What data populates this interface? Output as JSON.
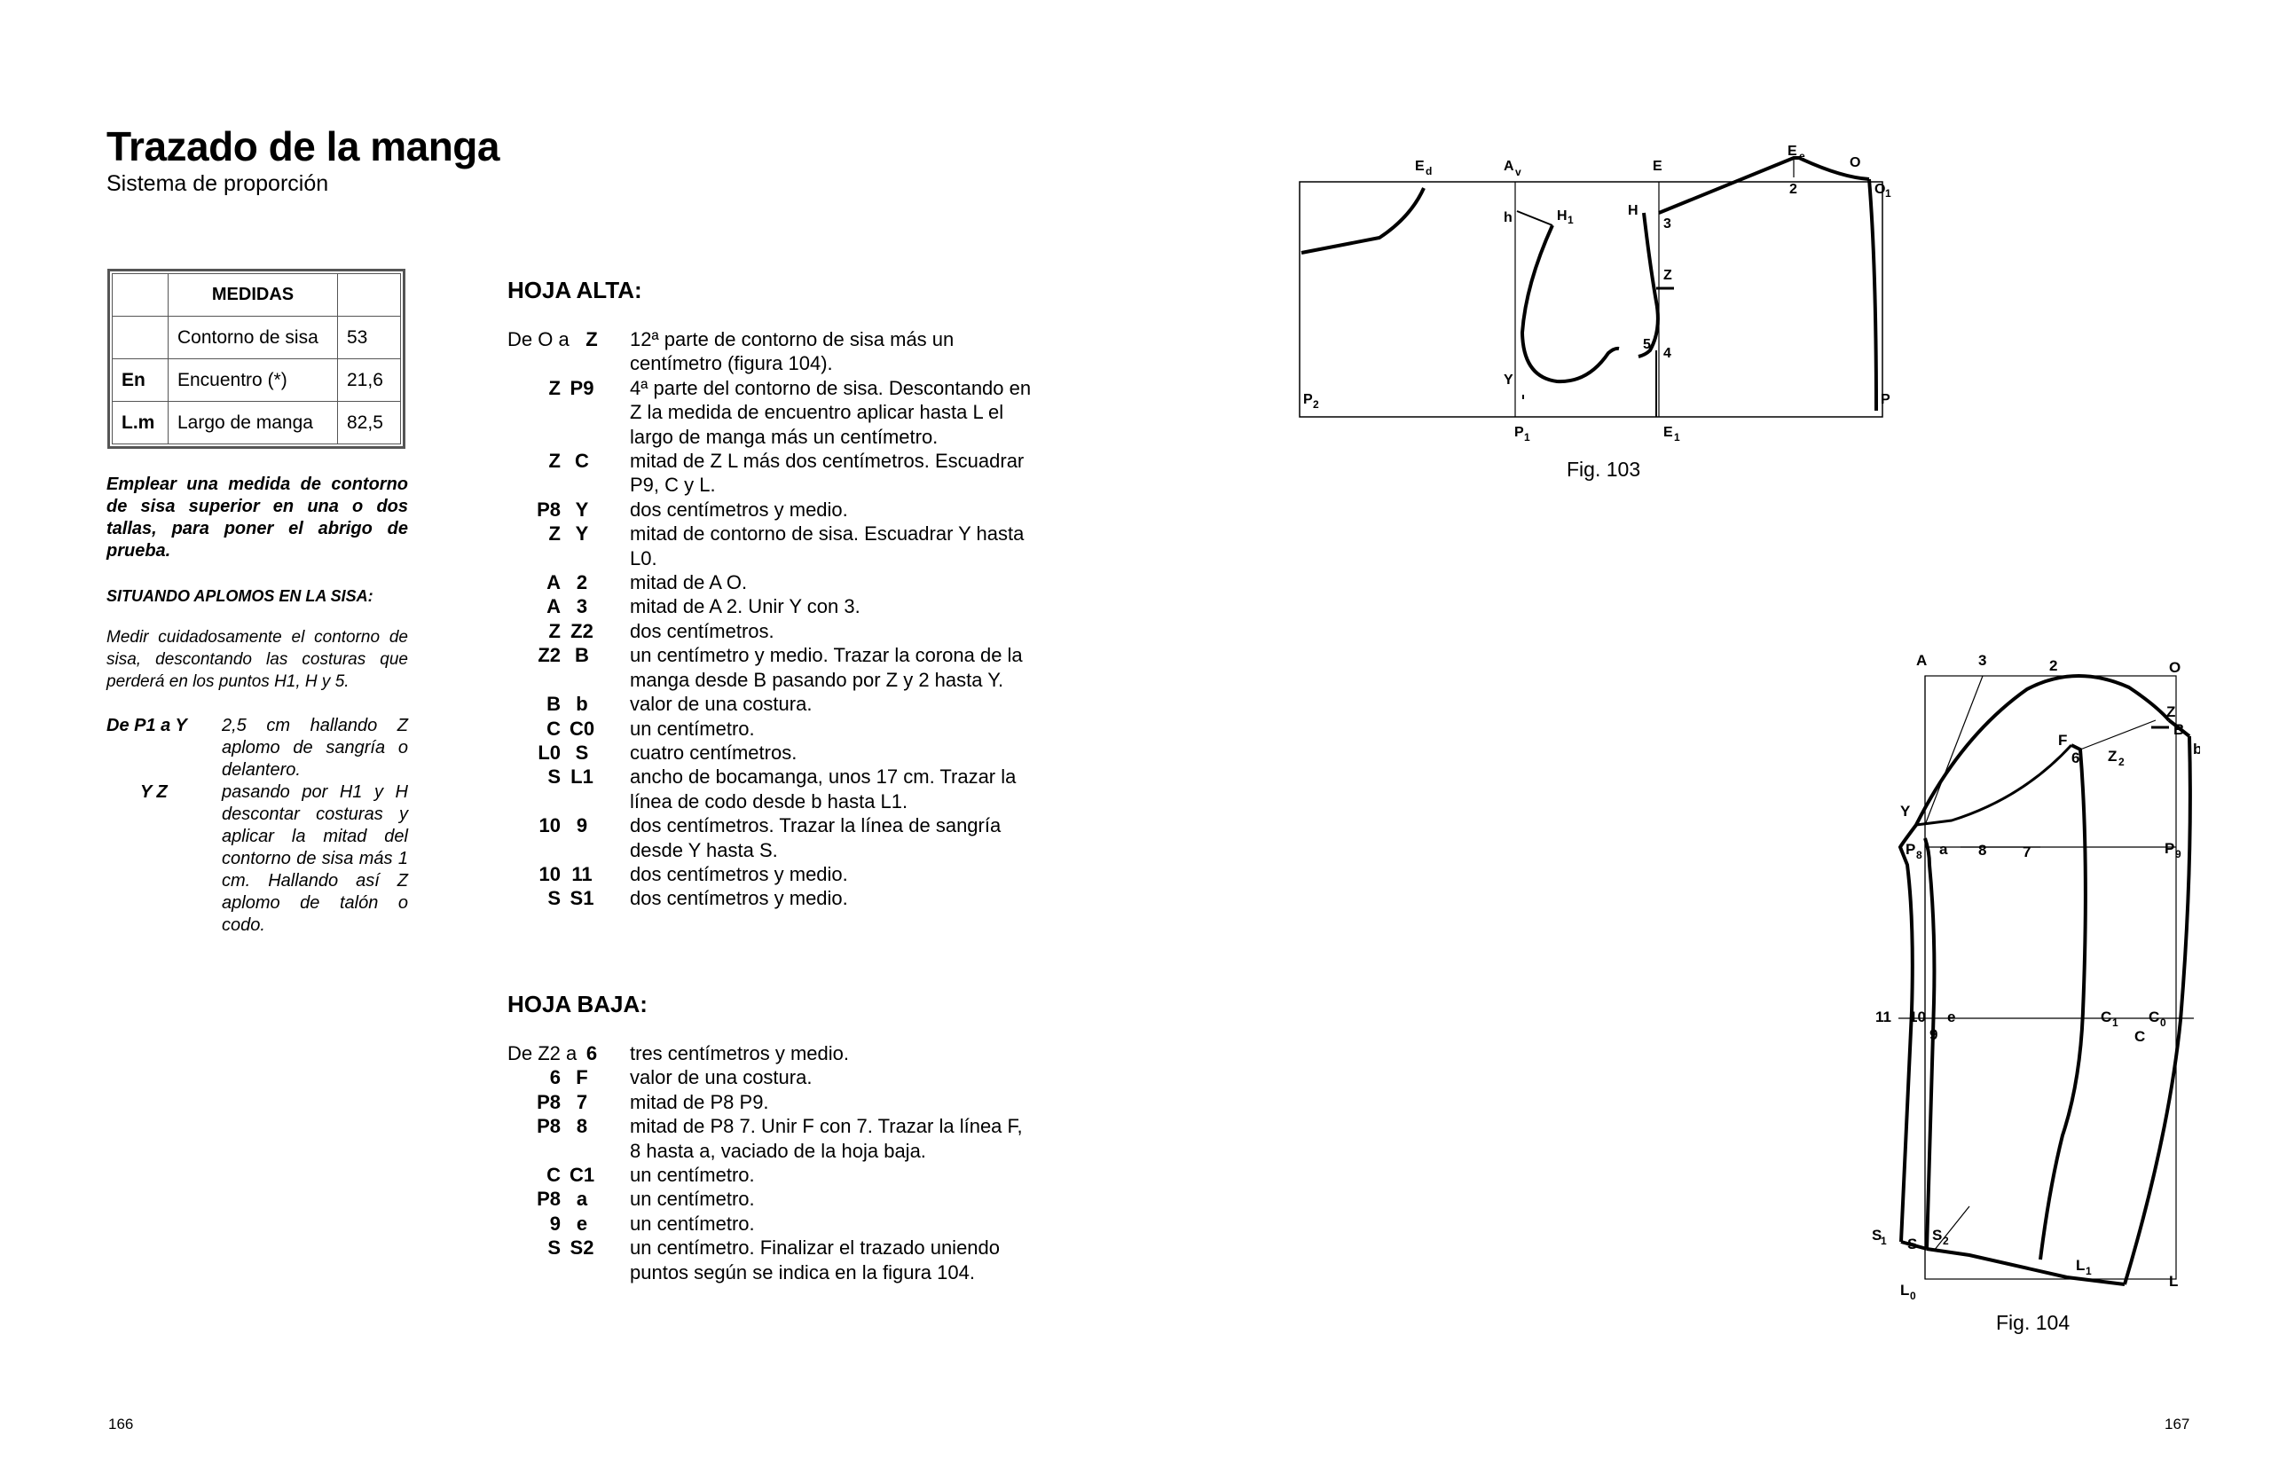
{
  "header": {
    "title": "Trazado de la manga",
    "subtitle": "Sistema de proporción"
  },
  "measures_table": {
    "header": "MEDIDAS",
    "rows": [
      {
        "code": "",
        "name": "Contorno de sisa",
        "value": "53"
      },
      {
        "code": "En",
        "name": "Encuentro (*)",
        "value": "21,6"
      },
      {
        "code": "L.m",
        "name": "Largo de manga",
        "value": "82,5"
      }
    ]
  },
  "notes": {
    "emplear": "Emplear una medida de contorno de sisa superior en una o dos tallas, para poner el abrigo de prueba.",
    "situando_heading": "SITUANDO APLOMOS EN LA SISA:",
    "medir": "Medir cuidadosamente el contorno de sisa, descontando las costuras que perderá en los puntos H1, H y 5.",
    "aplomos": [
      {
        "key": "De P1 a Y",
        "text": "2,5 cm hallando Z aplomo de sangría o delantero."
      },
      {
        "key": "Y Z",
        "text": "pasando por H1 y H descontar costuras y aplicar la mitad del contorno de sisa más 1 cm. Hallando así Z aplomo de talón o codo."
      }
    ]
  },
  "hoja_alta": {
    "heading": "HOJA ALTA:",
    "rows": [
      {
        "from": "De O  a",
        "to": "Z",
        "text": "12ª parte de contorno de sisa más un centímetro (figura 104)."
      },
      {
        "from": "Z",
        "to": "P9",
        "text": "4ª parte del contorno de sisa. Descontando en Z la medida de encuentro aplicar hasta L el largo de manga más un centímetro."
      },
      {
        "from": "Z",
        "to": "C",
        "text": "mitad de Z L más dos centímetros. Escuadrar P9, C y L."
      },
      {
        "from": "P8",
        "to": "Y",
        "text": "dos centímetros y medio."
      },
      {
        "from": "Z",
        "to": "Y",
        "text": "mitad de contorno de sisa. Escuadrar Y hasta L0."
      },
      {
        "from": "A",
        "to": "2",
        "text": "mitad de A O."
      },
      {
        "from": "A",
        "to": "3",
        "text": "mitad de A 2. Unir Y con 3."
      },
      {
        "from": "Z",
        "to": "Z2",
        "text": "dos centímetros."
      },
      {
        "from": "Z2",
        "to": "B",
        "text": "un centímetro y medio. Trazar la corona de la manga desde B pasando por Z y 2 hasta Y."
      },
      {
        "from": "B",
        "to": "b",
        "text": "valor de una costura."
      },
      {
        "from": "C",
        "to": "C0",
        "text": "un centímetro."
      },
      {
        "from": "L0",
        "to": "S",
        "text": "cuatro centímetros."
      },
      {
        "from": "S",
        "to": "L1",
        "text": "ancho de bocamanga, unos 17 cm. Trazar la línea de codo desde b hasta L1."
      },
      {
        "from": "10",
        "to": "9",
        "text": "dos centímetros. Trazar la línea de sangría desde Y hasta S."
      },
      {
        "from": "10",
        "to": "11",
        "text": "dos centímetros y medio."
      },
      {
        "from": "S",
        "to": "S1",
        "text": "dos centímetros y medio."
      }
    ]
  },
  "hoja_baja": {
    "heading": "HOJA BAJA:",
    "rows": [
      {
        "from": "De Z2 a",
        "to": "6",
        "text": "tres centímetros y medio."
      },
      {
        "from": "6",
        "to": "F",
        "text": "valor de una costura."
      },
      {
        "from": "P8",
        "to": "7",
        "text": "mitad de P8 P9."
      },
      {
        "from": "P8",
        "to": "8",
        "text": "mitad de P8 7. Unir F con 7. Trazar la línea F, 8 hasta a, vaciado de la hoja baja."
      },
      {
        "from": "C",
        "to": "C1",
        "text": "un centímetro."
      },
      {
        "from": "P8",
        "to": "a",
        "text": "un centímetro."
      },
      {
        "from": "9",
        "to": "e",
        "text": "un centímetro."
      },
      {
        "from": "S",
        "to": "S2",
        "text": "un centímetro. Finalizar el trazado uniendo puntos según se indica en la figura 104."
      }
    ]
  },
  "figures": {
    "fig103": {
      "caption": "Fig. 103",
      "labels": [
        "Ed",
        "Av",
        "E",
        "Ee",
        "O",
        "O1",
        "h",
        "H1",
        "H",
        "3",
        "2",
        "Z",
        "5",
        "4",
        "Y",
        "P2",
        "P1",
        "E1",
        "P"
      ]
    },
    "fig104": {
      "caption": "Fig. 104",
      "labels": [
        "A",
        "3",
        "2",
        "O",
        "Z",
        "B",
        "b",
        "F",
        "6",
        "Z2",
        "Y",
        "P8",
        "a",
        "8",
        "7",
        "P9",
        "11",
        "10",
        "e",
        "9",
        "C1",
        "C0",
        "C",
        "S1",
        "S",
        "S2",
        "L1",
        "L0",
        "L"
      ]
    }
  },
  "page_numbers": {
    "left": "166",
    "right": "167"
  }
}
